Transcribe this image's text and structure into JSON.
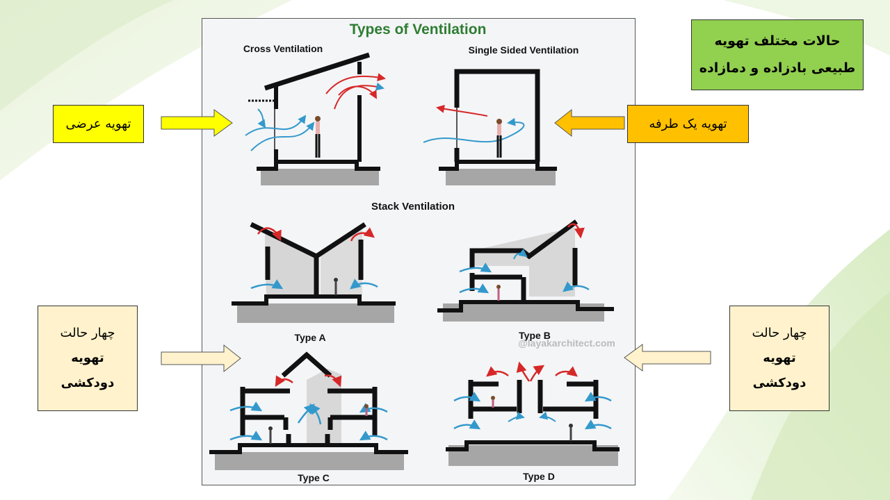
{
  "diagram": {
    "title": "Types of Ventilation",
    "cross_label": "Cross Ventilation",
    "single_label": "Single Sided Ventilation",
    "stack_label": "Stack Ventilation",
    "type_a": "Type A",
    "type_b": "Type B",
    "type_c": "Type C",
    "type_d": "Type D",
    "watermark": "@layakarchitect.com"
  },
  "annotations": {
    "main_title_line1": "حالات مختلف تهویه",
    "main_title_line2": "طبیعی بادزاده و دمازاده",
    "cross": "تهویه عرضی",
    "single": "تهویه یک طرفه",
    "stack_left": {
      "line1": "چهار حالت",
      "line2": "تهویه",
      "line3": "دودکشی"
    },
    "stack_right": {
      "line1": "چهار حالت",
      "line2": "تهویه",
      "line3": "دودکشی"
    }
  },
  "colors": {
    "green_box": "#92d050",
    "yellow_box": "#ffff00",
    "orange_box": "#ffc000",
    "cream_box": "#fff2cc",
    "title_green": "#2e7d32",
    "warm_air": "#d62828",
    "cool_air": "#3399cc"
  }
}
